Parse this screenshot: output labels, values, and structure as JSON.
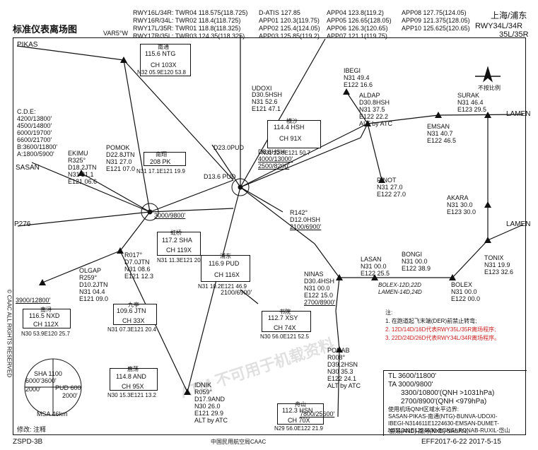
{
  "header": {
    "title": "标准仪表离场图",
    "airport": "上海/浦东",
    "runways_top": "RWY34L/34R",
    "runways_bottom": "35L/35R",
    "variation": "VAR5°W",
    "towers": [
      "RWY16L/34R: TWR04  118.575(118.725)",
      "RWY16R/34L: TWR02  118.4(118.725)",
      "RWY17L/35R: TWR01  118.8(118.325)",
      "RWY17R/35L: TWR03  124.35(118.325)"
    ],
    "datis": [
      "D-ATIS  127.85",
      "APP01  120.3(119.75)",
      "APP02  125.4(124.05)",
      "APP03  125.85(119.2)"
    ],
    "app_a": [
      "APP04  123.8(119.2)",
      "APP05  126.65(128.05)",
      "APP06  126.3(120.65)",
      "APP07  121.1(119.75)"
    ],
    "app_b": [
      "APP08  127.75(124.05)",
      "APP09  121.375(128.05)",
      "APP10  125.625(120.65)"
    ]
  },
  "navaids": {
    "ntg": {
      "name": "南通",
      "freq": "115.6  NTG",
      "ch": "CH 103X",
      "coord": "N32 05.9E120 53.8"
    },
    "pk": {
      "name": "南翔",
      "freq": "208  PK",
      "coord": "N31 17.1E121 19.9"
    },
    "hsh": {
      "name": "横沙",
      "freq": "114.4  HSH",
      "ch": "CH 91X",
      "coord": "N31 22.8E121 50.7"
    },
    "sha": {
      "name": "虹桥",
      "freq": "117.2  SHA",
      "ch": "CH 119X",
      "coord": "N31 11.3E121 20.1"
    },
    "pud": {
      "name": "浦东",
      "freq": "116.9  PUD",
      "ch": "CH 116X",
      "coord": "N31 10.2E121 46.9"
    },
    "jtn": {
      "name": "九亭",
      "freq": "109.6  JTN",
      "ch": "CH 33X",
      "coord": "N31 07.3E121 20.4"
    },
    "xsy": {
      "name": "书院",
      "freq": "112.7  XSY",
      "ch": "CH 74X",
      "coord": "N30 56.0E121 52.5"
    },
    "nxd": {
      "name": "南浔",
      "freq": "116.5  NXD",
      "ch": "CH 112X",
      "coord": "N30 53.9E120 25.7"
    },
    "and": {
      "name": "鹿荡",
      "freq": "114.8  AND",
      "ch": "CH 95X",
      "coord": "N30 15.3E121 13.2"
    },
    "hsn": {
      "name": "舟山",
      "freq": "112.3  HSN",
      "ch": "CH 70X",
      "coord": "N29 56.0E122 21.9"
    }
  },
  "fixes": {
    "udoxi": [
      "UDOXI",
      "D30.5HSH",
      "N31 52.6",
      "E121 47.1"
    ],
    "ibegi": [
      "IBEGI",
      "N31 49.4",
      "E122 16.6"
    ],
    "aldap": [
      "ALDAP",
      "D30.8HSH",
      "N31 37.5",
      "E122 22.2",
      "ALT by ATC"
    ],
    "surak": [
      "SURAK",
      "N31 46.4",
      "E123 29.5"
    ],
    "emsan": [
      "EMSAN",
      "N31 40.7",
      "E122 46.5"
    ],
    "pinot": [
      "PINOT",
      "N31 27.0",
      "E122 27.0"
    ],
    "akara": [
      "AKARA",
      "N31 30.0",
      "E123 30.0"
    ],
    "tonix": [
      "TONIX",
      "N31 19.9",
      "E123 32.6"
    ],
    "bongi": [
      "BONGI",
      "N31 00.0",
      "E122 38.9"
    ],
    "bolex": [
      "BOLEX",
      "N31 00.0",
      "E122 00.0"
    ],
    "lasan": [
      "LASAN",
      "N31 00.0",
      "E122 25.5"
    ],
    "ninas": [
      "NINAS",
      "D30.4HSH",
      "N31 00.0",
      "E122 15.0",
      "2700/8900'"
    ],
    "ponab": [
      "PONAB",
      "R008°",
      "D39.2HSN",
      "N30 35.3",
      "E122 24.1",
      "ALT by ATC"
    ],
    "idnik": [
      "IDNIK",
      "R059°",
      "D17.9AND",
      "N30 26.0",
      "E121 29.9",
      "ALT by ATC"
    ],
    "olgap": [
      "OLGAP",
      "R259°",
      "D10.2JTN",
      "N31 04.4",
      "E121 09.0"
    ],
    "pomok": [
      "POMOK",
      "D22.8JTN",
      "N31 27.0",
      "E121 07.0"
    ],
    "ekimu": [
      "EKIMU",
      "R325°",
      "D18.2JTN",
      "N31 21.1",
      "E121 06.6"
    ],
    "d7jtn": [
      "R017°",
      "D7.0JTN",
      "N31 08.6",
      "E121 12.3"
    ],
    "d12pud": [
      "R142°",
      "D12.0HSH",
      "2100/6900'"
    ]
  },
  "cde": {
    "title": "C.D.E:",
    "rows": [
      "4200/13800'",
      "4500/14800'",
      "6000/19700'",
      "6600/21700'",
      "B:3600/11800'",
      "A:1800/5900'"
    ]
  },
  "routes": {
    "pikas": "PIKAS",
    "sasan": "SASAN",
    "p276": "P276",
    "lamen": "LAMEN",
    "bolex_lbl": "BOLEX-12D,22D",
    "lamen_lbl": "LAMEN-14D,24D"
  },
  "notes": {
    "head": "注:",
    "n1": "1. 在跑道起飞末端(DER)前禁止转弯;",
    "n2": "2. 12D/14D/16D代表RWY35L/35R离场程序;",
    "n3": "3. 22D/24D/26D代表RWY34L/34R离场程序。"
  },
  "transition": {
    "tl": "TL  3600/11800'",
    "ta": "TA  3000/9800'",
    "q1": "3300/10800'(QNH >1031hPa)",
    "q2": "2700/8900'(QNH <979hPa)",
    "sec_title": "使用机场QNH区域水平边界:",
    "sec1": "SASAN-PIKAS-南通(NTG)-BUNVA-UDOXI-",
    "sec2": "IBEGI-N314611E1224630-EMSAN-DUMET-",
    "sec3": "N311241E1224630-BONGI-PONAB-RUXIL-岱山",
    "sec4": "-鹿荡(AND)-南浔(NXD)-SASAN。"
  },
  "msa": {
    "label": "MSA 46km",
    "sha": "SHA 1100",
    "v1": "3600'",
    "pud": "PUD 600",
    "v2": "2000'",
    "v3": "2000'",
    "v4": "6000'"
  },
  "misc": {
    "no_turn": "不按比例",
    "alt1": "3000/9800'",
    "alt2": "2100/6900'",
    "alt3": "3900/12800'",
    "alt4": "7800/25600'",
    "d23": "D23.0PUD",
    "d136": "D13.6 PUD",
    "d8hsh": "D8.6HSH",
    "d2": "4000/13000'",
    "d3": "2500/8200'"
  },
  "footer": {
    "left": "ZSPD-3B",
    "notes": "修改: 注释",
    "center": "中国民用航空局CAAC",
    "right": "EFF2017-6-22  2017-5-15",
    "copyright": "© CAAC ALL RIGHTS RESERVED",
    "watermark": "ATM 不可用于机载资料"
  }
}
